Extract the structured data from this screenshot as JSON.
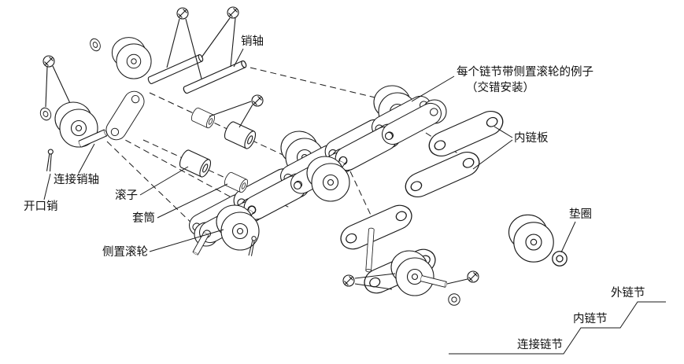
{
  "diagram": {
    "background": "#ffffff",
    "line_color": "#1a1a1a",
    "labels": {
      "pin": "销轴",
      "example_line1": "每个链节带侧置滚轮的例子",
      "example_line2": "（交错安装）",
      "inner_plate": "内链板",
      "connecting_pin": "连接销轴",
      "cotter_pin": "开口销",
      "roller": "滚子",
      "bushing": "套筒",
      "side_roller": "侧置滚轮",
      "washer": "垫圈",
      "outer_link": "外链节",
      "inner_link": "内链节",
      "connecting_link": "连接链节"
    }
  }
}
